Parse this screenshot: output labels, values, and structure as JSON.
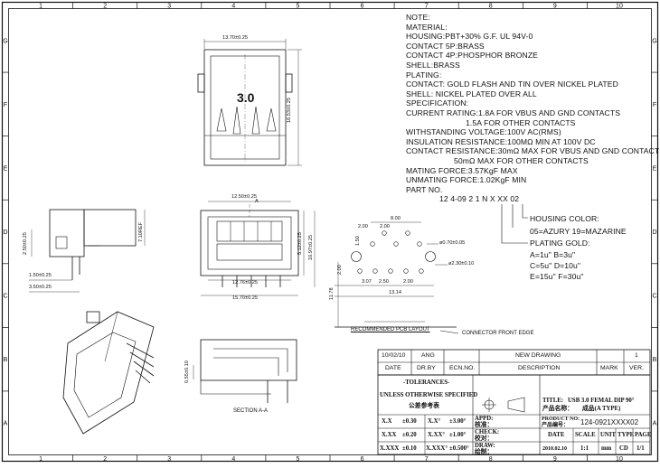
{
  "frame": {
    "top_numbers": [
      "1",
      "2",
      "3",
      "4",
      "5",
      "6",
      "7",
      "8",
      "9",
      "10"
    ],
    "side_letters": [
      "G",
      "F",
      "E",
      "D",
      "C",
      "B",
      "A"
    ]
  },
  "notes": {
    "lines": [
      "NOTE:",
      "MATERIAL:",
      "HOUSING:PBT+30% G.F. UL 94V-0",
      "CONTACT 5P:BRASS",
      "CONTACT 4P:PHOSPHOR BRONZE",
      "SHELL:BRASS",
      "PLATING:",
      "CONTACT: GOLD FLASH AND TIN OVER NICKEL PLATED",
      "SHELL: NICKEL PLATED OVER ALL",
      "SPECIFICATION:",
      "CURRENT RATING:1.8A FOR VBUS AND GND CONTACTS",
      "1.5A FOR OTHER CONTACTS",
      "WITHSTANDING VOLTAGE:100V AC(RMS)",
      "INSULATION RESISTANCE:100MΩ MIN AT 100V DC",
      "CONTACT RESISTANCE:30mΩ MAX FOR VBUS AND GND CONTACTS",
      "50mΩ MAX FOR OTHER CONTACTS",
      "MATING FORCE:3.57KgF MAX",
      "UNMATING FORCE:1.02KgF MIN",
      "PART NO."
    ]
  },
  "part_code": {
    "code": "12 4-09 2 1 N X XX 02",
    "housing_color_title": "HOUSING COLOR:",
    "housing_colors": "05=AZURY   19=MAZARINE",
    "plating_gold_title": "PLATING GOLD:",
    "plating_row1": "A=1u\"   B=3u\"",
    "plating_row2": "C=5u\"   D=10u\"",
    "plating_row3": "E=15u\"   F=30u\""
  },
  "views": {
    "top": {
      "label": "3.0",
      "width_dim": "13.70±0.25",
      "height_dim": "16.53±0.25"
    },
    "side": {
      "d1": "2.50±0.25",
      "d2": "1.50±0.25",
      "d3": "3.50±0.25",
      "d4": "7.10REF"
    },
    "front": {
      "d1": "12.50±0.25",
      "d2": "12.76±0.25",
      "d3": "15.70±0.25",
      "d4": "5.12±0.25",
      "d5": "10.97±0.25",
      "section_mark": "A"
    },
    "pcb": {
      "d_800": "8.00",
      "d_200a": "2.00",
      "d_200b": "2.00",
      "d_150": "1.50",
      "d_hole1": "ø0.70±0.05",
      "d_hole2": "ø2.30±0.10",
      "d_200c": "2.00",
      "d_307": "3.07",
      "d_250": "2.50",
      "d_200d": "2.00",
      "d_1314": "13.14",
      "d_1178": "11.78",
      "layout_label": "RECOMMENDED PCB LAYOUT",
      "edge_label": "CONNECTOR FRONT EDGE"
    },
    "section": {
      "label": "SECTION A-A",
      "dim": "0.55±0.10"
    }
  },
  "title_block": {
    "rev_date": "10/02/10",
    "rev_by": "ANG",
    "rev_desc": "NEW DRAWING",
    "rev_mark": "1",
    "h_date": "DATE",
    "h_drby": "DR.BY",
    "h_ecn": "ECN.NO.",
    "h_desc": "DESCRIPTION",
    "h_mark": "MARK",
    "h_ver": "VER.",
    "tol_title": "-TOLERANCES-",
    "tol_sub": "UNLESS OTHERWISE SPECIFIED",
    "tol_cn": "公差参考表",
    "tol": [
      {
        "lin": "X.X",
        "lin_v": "±0.30",
        "ang": "X.X°",
        "ang_v": "±3.00°"
      },
      {
        "lin": "X.XX",
        "lin_v": "±0.20",
        "ang": "X.XX°",
        "ang_v": "±1.00°"
      },
      {
        "lin": "X.XXX",
        "lin_v": "±0.10",
        "ang": "X.XXX°",
        "ang_v": "±0.500°"
      }
    ],
    "appd": "APPD:",
    "appd_cn": "核准：",
    "chck": "CHECK:",
    "chck_cn": "校对：",
    "draw": "DRAW:",
    "draw_cn": "绘制：",
    "title_lbl": "TITLE:",
    "title_val": "USB 3.0 FEMAL DIP 90°",
    "title_cn_lbl": "产品名称：",
    "title_cn_val": "成品(A TYPE)",
    "pn_lbl": "PRODUCT NO:",
    "pn_cn_lbl": "产品编号：",
    "pn_val": "124-0921XXXX02",
    "h2_date": "DATE",
    "h2_scale": "SCALE",
    "h2_unit": "UNIT",
    "h2_type": "TYPE",
    "h2_page": "PAGE",
    "v2_date": "2010.02.10",
    "v2_scale": "1:1",
    "v2_unit": "mm",
    "v2_type": "CD",
    "v2_page": "1/1"
  }
}
